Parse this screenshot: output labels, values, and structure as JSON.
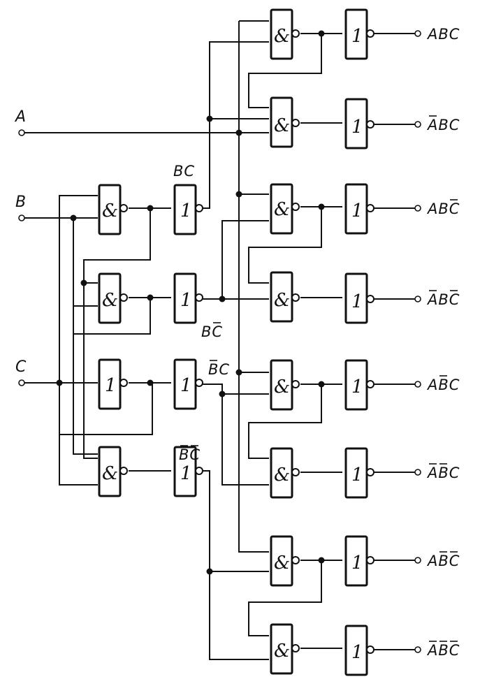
{
  "inputs": [
    "A",
    "B",
    "C"
  ],
  "symbols": {
    "and": "&",
    "not": "1"
  },
  "intermediate": [
    {
      "text": "BC",
      "bars": []
    },
    {
      "text": "BC",
      "bars": [
        1
      ]
    },
    {
      "text": "BC",
      "bars": [
        0
      ]
    },
    {
      "text": "BC",
      "bars": [
        0,
        1
      ]
    }
  ],
  "outputs": [
    {
      "text": "ABC",
      "bars": []
    },
    {
      "text": "ABC",
      "bars": [
        0
      ]
    },
    {
      "text": "ABC",
      "bars": [
        2
      ]
    },
    {
      "text": "ABC",
      "bars": [
        0,
        2
      ]
    },
    {
      "text": "ABC",
      "bars": [
        1
      ]
    },
    {
      "text": "ABC",
      "bars": [
        0,
        1
      ]
    },
    {
      "text": "ABC",
      "bars": [
        1,
        2
      ]
    },
    {
      "text": "ABC",
      "bars": [
        0,
        1,
        2
      ]
    }
  ]
}
